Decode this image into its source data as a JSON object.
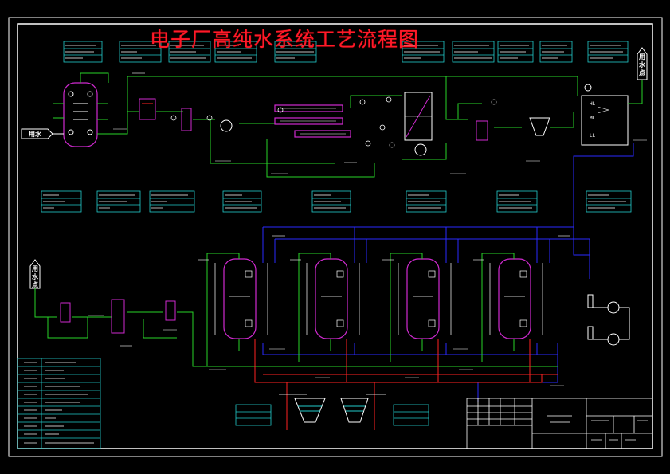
{
  "drawing": {
    "title": "电子厂高纯水系统工艺流程图",
    "label_in": "用水",
    "label_out_top": [
      "用",
      "水",
      "点"
    ],
    "label_out_left": [
      "用",
      "水",
      "点"
    ]
  },
  "colors": {
    "background": "#000000",
    "title": "#ff1a2a",
    "pipe_green": "#28d428",
    "pipe_blue": "#2a2aff",
    "pipe_red": "#ff2222",
    "pipe_white": "#ffffff",
    "pipe_yellow": "#e6e63c",
    "vessel_magenta": "#d02ad0",
    "box_cyan": "#22cccc"
  },
  "legend_rows": 11
}
